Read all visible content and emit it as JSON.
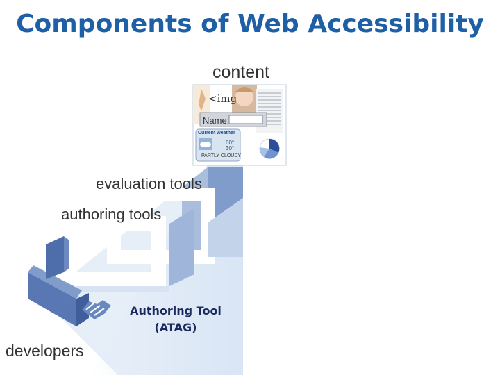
{
  "title": "Components of Web Accessibility",
  "labels": {
    "content": "content",
    "evaluation_tools": "evaluation tools",
    "authoring_tools": "authoring tools",
    "developers": "developers"
  },
  "callout": {
    "line1": "Authoring Tool",
    "line2": "(ATAG)"
  },
  "content_graphic": {
    "img_tag": "<img",
    "name_label": "Name:",
    "weather_title": "Current weather",
    "temp_high": "60°",
    "temp_low": "30°",
    "condition": "PARTLY CLOUDY"
  },
  "colors": {
    "title": "#1f5fa6",
    "callout_text": "#1a2a5e",
    "panel_blue": "#6f8fbf",
    "gradient_light": "#eaf2fb"
  }
}
